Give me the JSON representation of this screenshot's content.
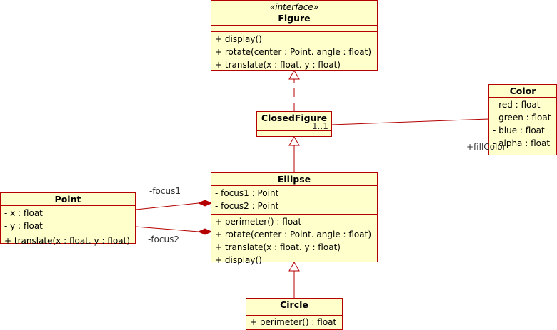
{
  "classes": {
    "figure": {
      "stereotype": "«interface»",
      "name": "Figure",
      "attributes": [],
      "operations": [
        "+ display()",
        "+ rotate(center : Point. angle : float)",
        "+ translate(x : float. y : float)"
      ]
    },
    "closed_figure": {
      "name": "ClosedFigure"
    },
    "color": {
      "name": "Color",
      "attributes": [
        "- red : float",
        "- green : float",
        "- blue : float",
        "- alpha : float"
      ]
    },
    "ellipse": {
      "name": "Ellipse",
      "attributes": [
        "- focus1 : Point",
        "- focus2 : Point"
      ],
      "operations": [
        "+ perimeter() : float",
        "+ rotate(center : Point. angle : float)",
        "+ translate(x : float. y : float)",
        "+ display()"
      ]
    },
    "point": {
      "name": "Point",
      "attributes": [
        "- x : float",
        "- y : float"
      ],
      "operations": [
        "+ translate(x : float. y : float)"
      ]
    },
    "circle": {
      "name": "Circle",
      "operations": [
        "+ perimeter() : float"
      ]
    }
  },
  "relations": {
    "multiplicity": "1..1",
    "fill_color_role": "+fillColor",
    "focus1_role": "-focus1",
    "focus2_role": "-focus2"
  },
  "colors": {
    "line": "#b40000",
    "fill": "#ffffcc"
  }
}
